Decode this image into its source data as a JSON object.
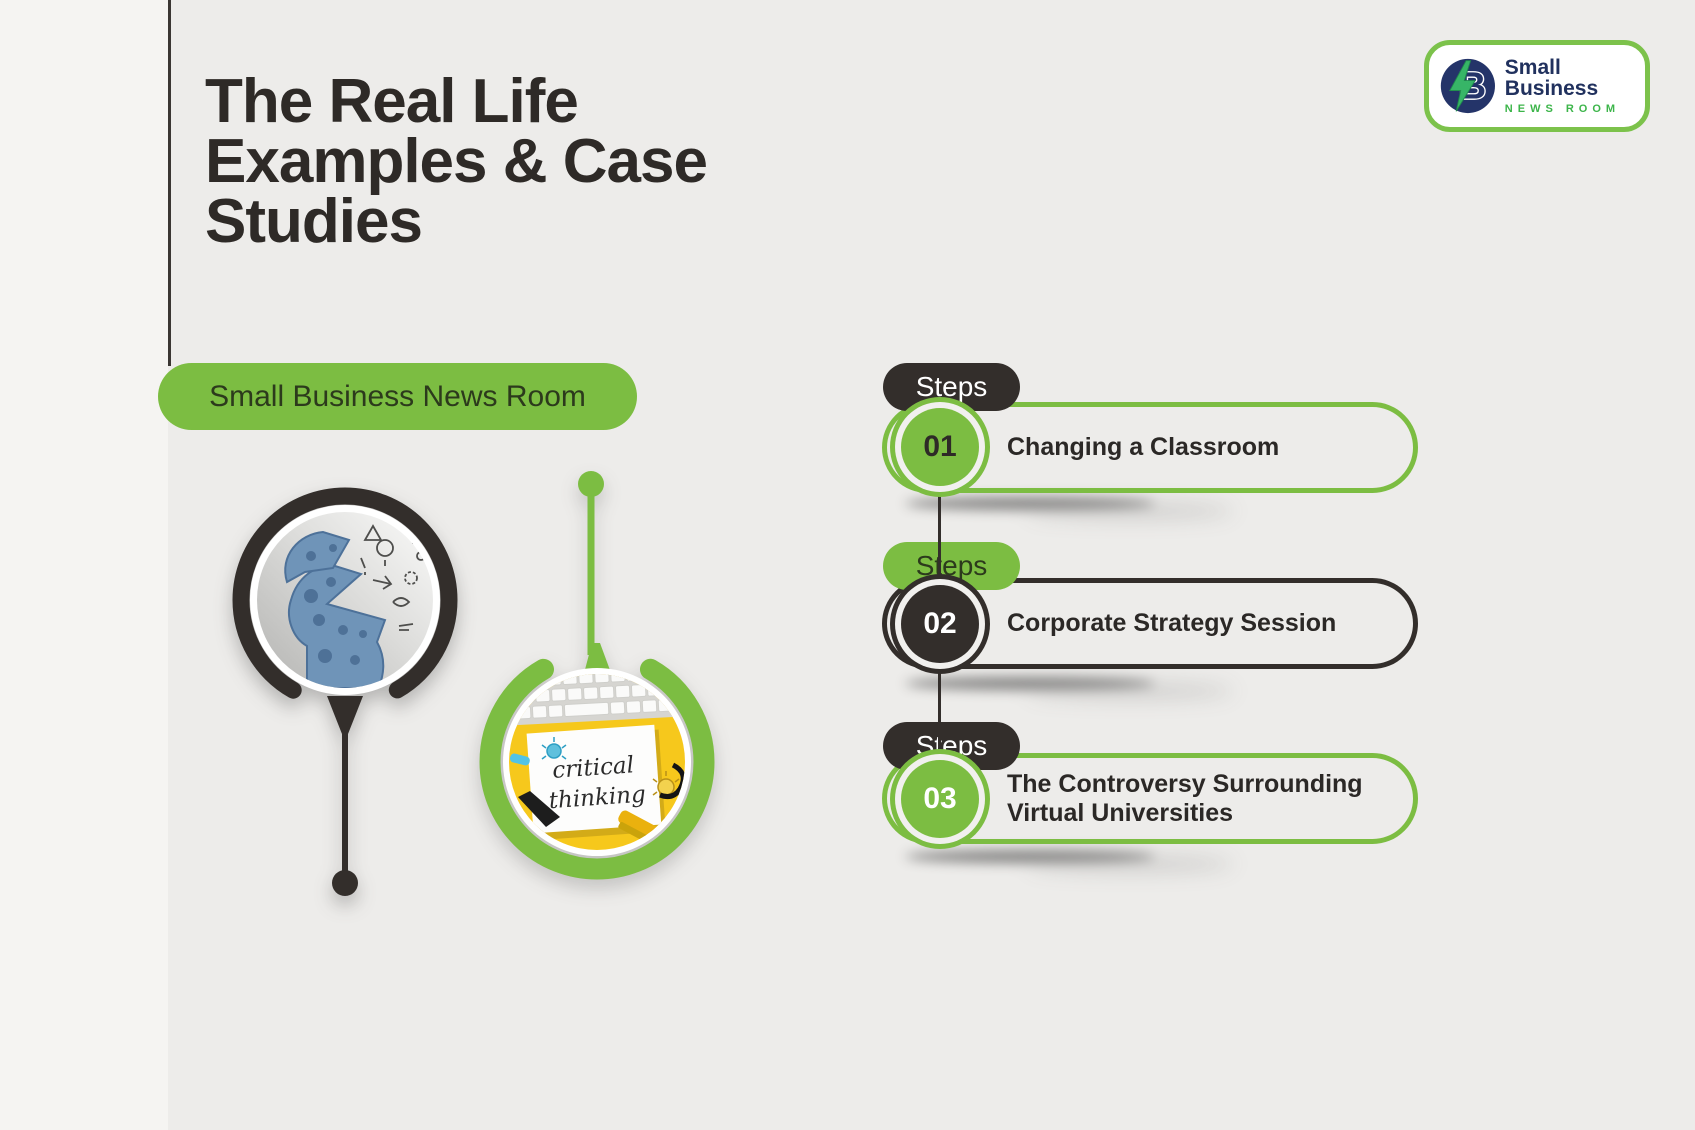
{
  "title": {
    "text": "The Real Life Examples & Case Studies",
    "lines": [
      "The Real Life",
      "Examples & Case",
      "Studies"
    ]
  },
  "logo": {
    "letter": "B",
    "name": "Small Business",
    "tagline": "NEWS ROOM",
    "colors": {
      "navy": "#21315e",
      "green": "#3cb54a",
      "border_green": "#7cc24b"
    }
  },
  "banner": {
    "label": "Small Business News Room"
  },
  "media": {
    "left_photo": {
      "description": "open head made of gears releasing idea doodles"
    },
    "right_photo": {
      "description": "desk with keyboard and paper note",
      "caption_line1": "critical",
      "caption_line2": "thinking"
    }
  },
  "steps": {
    "items": [
      {
        "badge": "Steps",
        "number": "01",
        "title": "Changing a Classroom",
        "accent": "green"
      },
      {
        "badge": "Steps",
        "number": "02",
        "title": "Corporate Strategy Session",
        "accent": "dark"
      },
      {
        "badge": "Steps",
        "number": "03",
        "title": "The Controversy Surrounding Virtual Universities",
        "accent": "green"
      }
    ]
  },
  "colors": {
    "background": "#edecea",
    "accent_green": "#7cbd42",
    "accent_dark": "#332e2b",
    "text_dark": "#2e2a27"
  }
}
